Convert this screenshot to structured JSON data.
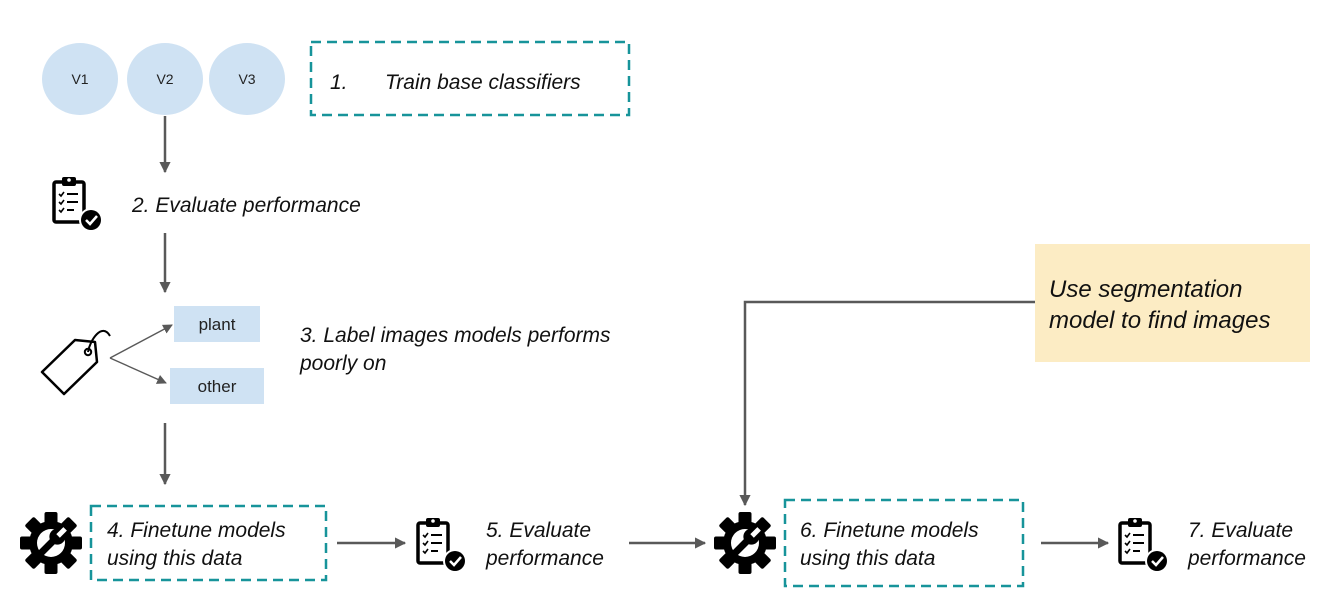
{
  "circles": [
    "V1",
    "V2",
    "V3"
  ],
  "steps": {
    "s1_num": "1.",
    "s1_text": "Train base classifiers",
    "s2": "2. Evaluate performance",
    "s3_line1": "3. Label images models performs",
    "s3_line2": "poorly on",
    "s4_line1": "4. Finetune models",
    "s4_line2": "using this data",
    "s5_line1": "5. Evaluate",
    "s5_line2": "performance",
    "s6_line1": "6. Finetune models",
    "s6_line2": "using this data",
    "s7_line1": "7. Evaluate",
    "s7_line2": "performance"
  },
  "labels": {
    "plant": "plant",
    "other": "other"
  },
  "note": {
    "line1": "Use segmentation",
    "line2": "model to find images"
  },
  "icons": {
    "clipboard": "clipboard-check-icon",
    "tag": "price-tag-icon",
    "gear": "gear-wrench-icon"
  },
  "colors": {
    "circle_fill": "#cfe2f3",
    "dashed_border": "#17949a",
    "note_fill": "#fcecc4",
    "arrow": "#595959"
  }
}
